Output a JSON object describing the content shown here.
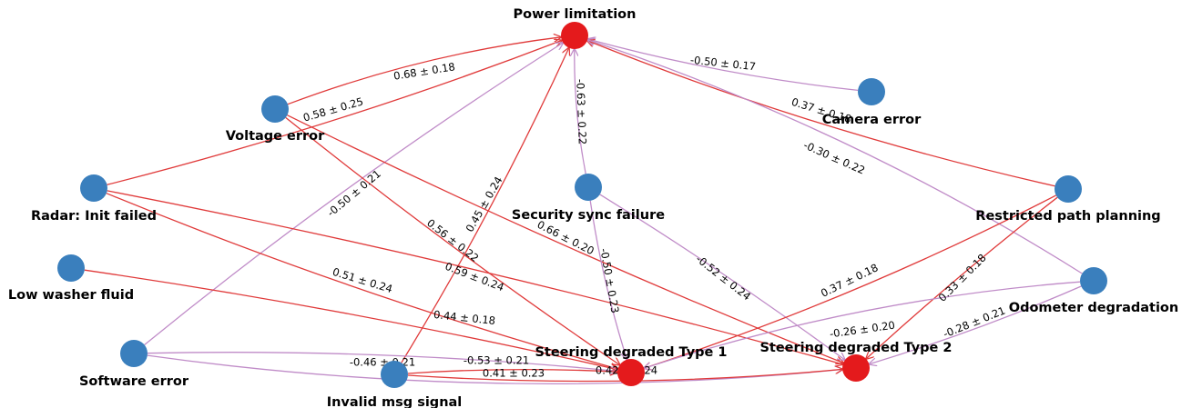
{
  "colors": {
    "blue_node": "#3a7fbd",
    "red_node": "#e41a1c",
    "positive_edge": "#e03a3a",
    "negative_edge": "#c08cc8"
  },
  "nodes": [
    {
      "id": "power",
      "label": "Power limitation",
      "kind": "red"
    },
    {
      "id": "voltage",
      "label": "Voltage error",
      "kind": "blue"
    },
    {
      "id": "camera",
      "label": "Camera error",
      "kind": "blue"
    },
    {
      "id": "radar",
      "label": "Radar: Init failed",
      "kind": "blue"
    },
    {
      "id": "security",
      "label": "Security sync failure",
      "kind": "blue"
    },
    {
      "id": "restricted",
      "label": "Restricted path planning",
      "kind": "blue"
    },
    {
      "id": "washer",
      "label": "Low washer fluid",
      "kind": "blue"
    },
    {
      "id": "odometer",
      "label": "Odometer degradation",
      "kind": "blue"
    },
    {
      "id": "software",
      "label": "Software error",
      "kind": "blue"
    },
    {
      "id": "steer1",
      "label": "Steering degraded Type 1",
      "kind": "red"
    },
    {
      "id": "steer2",
      "label": "Steering degraded Type 2",
      "kind": "red"
    },
    {
      "id": "invalid",
      "label": "Invalid msg signal",
      "kind": "blue"
    }
  ],
  "edges": [
    {
      "from": "voltage",
      "to": "power",
      "label": "0.68 ± 0.18",
      "sign": "pos"
    },
    {
      "from": "camera",
      "to": "power",
      "label": "-0.50 ± 0.17",
      "sign": "neg"
    },
    {
      "from": "restricted",
      "to": "power",
      "label": "0.37 ± 0.18",
      "sign": "pos"
    },
    {
      "from": "odometer",
      "to": "power",
      "label": "-0.30 ± 0.22",
      "sign": "neg"
    },
    {
      "from": "security",
      "to": "power",
      "label": "-0.63 ± 0.22",
      "sign": "neg"
    },
    {
      "from": "radar",
      "to": "power",
      "label": "0.58 ± 0.25",
      "sign": "pos"
    },
    {
      "from": "software",
      "to": "power",
      "label": "-0.50 ± 0.21",
      "sign": "neg"
    },
    {
      "from": "invalid",
      "to": "power",
      "label": "0.45 ± 0.24",
      "sign": "pos"
    },
    {
      "from": "voltage",
      "to": "steer1",
      "label": "0.56 ± 0.22",
      "sign": "pos"
    },
    {
      "from": "voltage",
      "to": "steer2",
      "label": "0.66 ± 0.20",
      "sign": "pos"
    },
    {
      "from": "radar",
      "to": "steer1",
      "label": "0.59 ± 0.24",
      "sign": "pos"
    },
    {
      "from": "radar",
      "to": "steer2",
      "label": "0.51 ± 0.24",
      "sign": "pos"
    },
    {
      "from": "security",
      "to": "steer1",
      "label": "-0.50 ± 0.23",
      "sign": "neg"
    },
    {
      "from": "security",
      "to": "steer2",
      "label": "-0.52 ± 0.24",
      "sign": "neg"
    },
    {
      "from": "restricted",
      "to": "steer1",
      "label": "0.37 ± 0.18",
      "sign": "pos"
    },
    {
      "from": "restricted",
      "to": "steer2",
      "label": "0.33 ± 0.18",
      "sign": "pos"
    },
    {
      "from": "odometer",
      "to": "steer1",
      "label": "-0.26 ± 0.20",
      "sign": "neg"
    },
    {
      "from": "odometer",
      "to": "steer2",
      "label": "-0.28 ± 0.21",
      "sign": "neg"
    },
    {
      "from": "washer",
      "to": "steer1",
      "label": "0.44 ± 0.18",
      "sign": "pos"
    },
    {
      "from": "software",
      "to": "steer1",
      "label": "-0.53 ± 0.21",
      "sign": "neg"
    },
    {
      "from": "software",
      "to": "steer2",
      "label": "-0.46 ± 0.21",
      "sign": "neg"
    },
    {
      "from": "invalid",
      "to": "steer1",
      "label": "0.42 ± 0.24",
      "sign": "pos"
    },
    {
      "from": "invalid",
      "to": "steer2",
      "label": "0.41 ± 0.23",
      "sign": "pos"
    }
  ]
}
